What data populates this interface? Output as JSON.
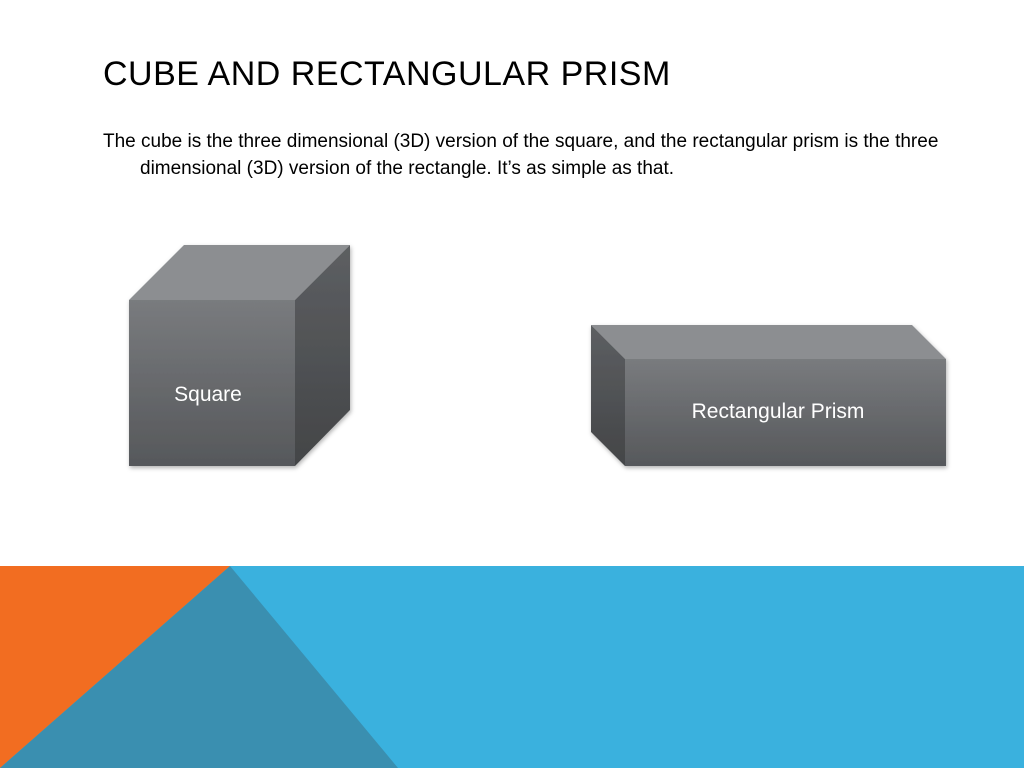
{
  "slide": {
    "title": "CUBE AND RECTANGULAR PRISM",
    "body": "The cube is the three dimensional (3D) version of the square, and the rectangular prism is the three dimensional (3D) version of the rectangle. It’s as simple as that."
  },
  "shapes": {
    "cube_label": "Square",
    "prism_label": "Rectangular Prism"
  },
  "colors": {
    "orange": "#f26d21",
    "teal": "#3a8fb0",
    "sky_blue": "#3ab1de",
    "shape_gray": "#6a6c6f"
  }
}
